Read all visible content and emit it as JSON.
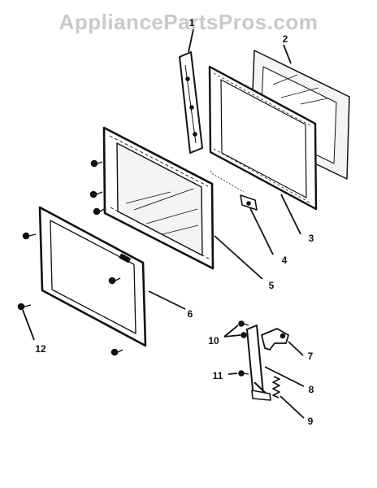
{
  "watermark": "AppliancePartsPros.com",
  "callouts": {
    "c1": "1",
    "c2": "2",
    "c3": "3",
    "c4": "4",
    "c5": "5",
    "c6": "6",
    "c7": "7",
    "c8": "8",
    "c9": "9",
    "c10": "10",
    "c11": "11",
    "c12": "12"
  },
  "colors": {
    "ink": "#111111",
    "watermark": "#c9c9c9",
    "glass": "#f4f4f4"
  }
}
